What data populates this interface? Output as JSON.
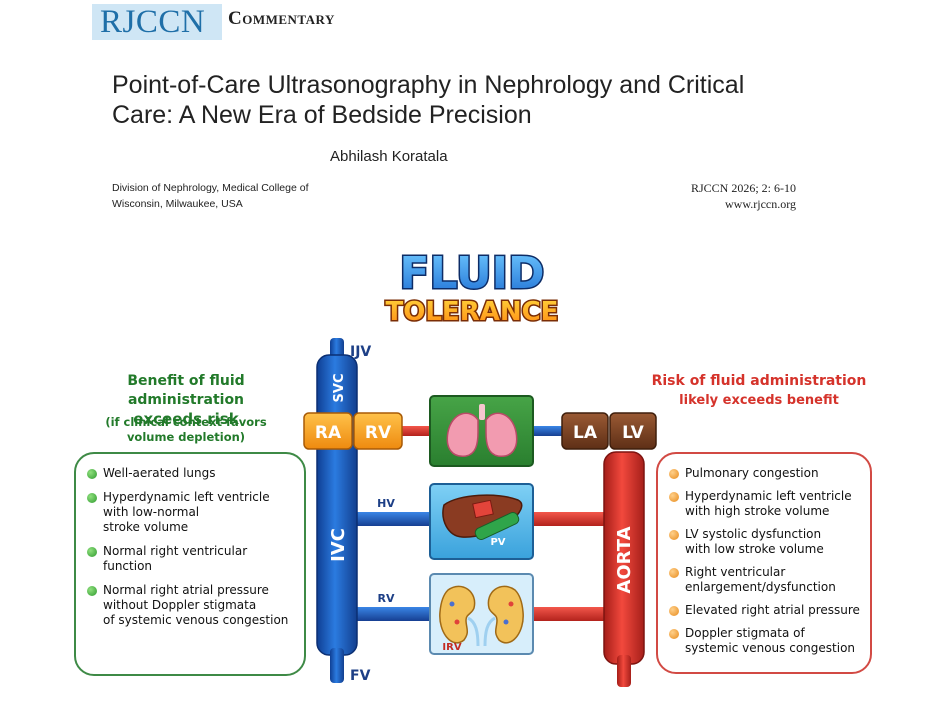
{
  "header": {
    "journal_logo": "RJCCN",
    "section": "Commentary",
    "title": "Point-of-Care Ultrasonography in Nephrology and Critical Care: A New Era of Bedside Precision",
    "author": "Abhilash Koratala",
    "affiliation_line1": "Division of Nephrology, Medical College of",
    "affiliation_line2": "Wisconsin, Milwaukee, USA",
    "citation": "RJCCN 2026; 2: 6-10",
    "website": "www.rjccn.org"
  },
  "figure": {
    "title_line1": "FLUID",
    "title_line2": "TOLERANCE",
    "vessel_labels": {
      "ijv": "IJV",
      "svc": "SVC",
      "ivc": "IVC",
      "fv": "FV",
      "ra": "RA",
      "rv": "RV",
      "la": "LA",
      "lv": "LV",
      "hv": "HV",
      "pv": "PV",
      "rv_vein": "RV",
      "irv": "IRV",
      "aorta": "AORTA"
    },
    "benefit": {
      "heading_line1": "Benefit of fluid administration",
      "heading_line2": "exceeds risk",
      "note_line1": "(if clinical context favors",
      "note_line2": "volume depletion)",
      "items": [
        {
          "lines": [
            "Well-aerated lungs"
          ]
        },
        {
          "lines": [
            "Hyperdynamic left ventricle",
            "with low-normal",
            "stroke volume"
          ]
        },
        {
          "lines": [
            "Normal right ventricular",
            "function"
          ]
        },
        {
          "lines": [
            "Normal right atrial pressure",
            "without Doppler stigmata",
            "of systemic venous congestion"
          ]
        }
      ]
    },
    "risk": {
      "heading_line1": "Risk of fluid administration",
      "heading_line2": "likely exceeds benefit",
      "items": [
        {
          "lines": [
            "Pulmonary congestion"
          ]
        },
        {
          "lines": [
            "Hyperdynamic left ventricle",
            "with high stroke volume"
          ]
        },
        {
          "lines": [
            "LV systolic dysfunction",
            "with low stroke volume"
          ]
        },
        {
          "lines": [
            "Right ventricular",
            "enlargement/dysfunction"
          ]
        },
        {
          "lines": [
            "Elevated right atrial pressure"
          ]
        },
        {
          "lines": [
            "Doppler stigmata of",
            "systemic venous congestion"
          ]
        }
      ]
    },
    "colors": {
      "vein_blue": "#1f5fc4",
      "artery_red": "#e0342b",
      "benefit_green": "#227a2a",
      "risk_red": "#d5332b"
    }
  }
}
